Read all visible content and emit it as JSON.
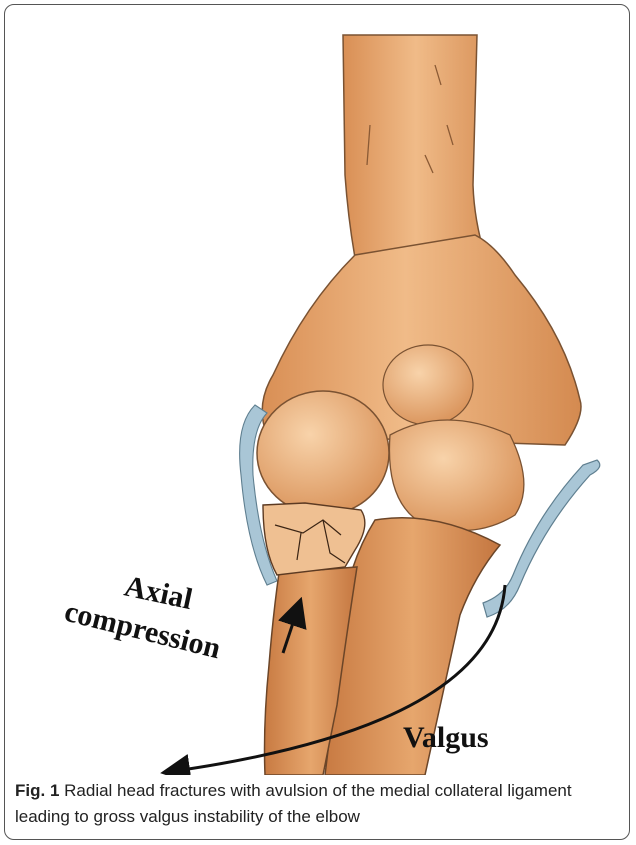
{
  "figure": {
    "label": "Fig. 1",
    "caption": "Radial head fractures with avulsion of the medial collateral ligament leading to gross valgus instability of the elbow"
  },
  "annotations": {
    "axial_line1": "Axial",
    "axial_line2": "compression",
    "valgus": "Valgus"
  },
  "colors": {
    "bone": "#e8a56a",
    "bone_light": "#f3c596",
    "bone_shadow": "#c97d45",
    "ligament": "#a8c4d4",
    "outline": "#6a4a30"
  }
}
